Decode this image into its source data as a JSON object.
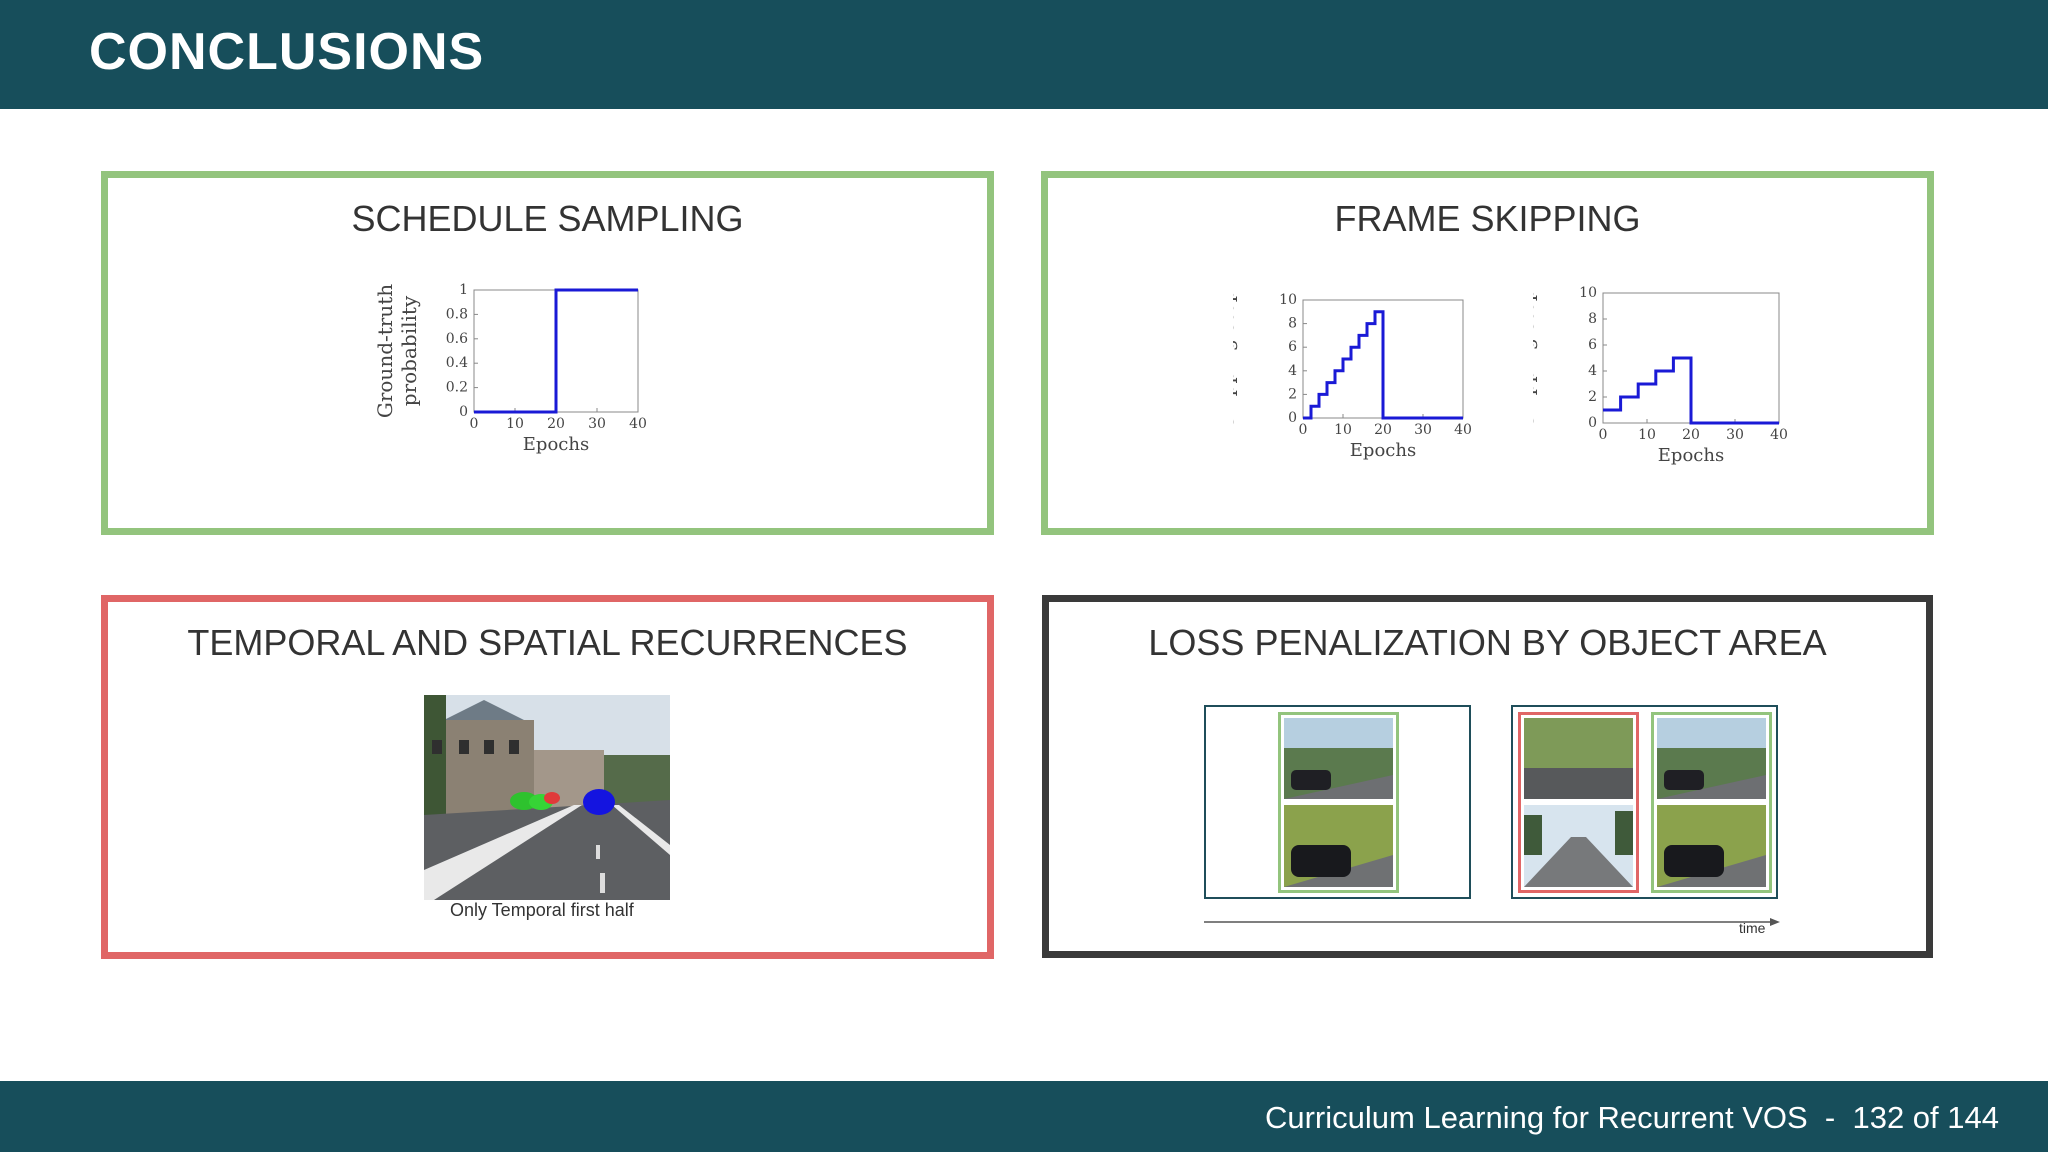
{
  "header": {
    "title": "CONCLUSIONS"
  },
  "footer": {
    "text": "Curriculum Learning for Recurrent VOS  -  132 of 144"
  },
  "colors": {
    "header_bg": "#174e5b",
    "green": "#93c47d",
    "red": "#e06666",
    "dark": "#3a3a3a",
    "series": "#1a1ad6"
  },
  "panels": {
    "schedule": {
      "title": "SCHEDULE SAMPLING"
    },
    "skipping": {
      "title": "FRAME SKIPPING"
    },
    "recurrences": {
      "title": "TEMPORAL AND SPATIAL RECURRENCES",
      "caption": "Only Temporal first half"
    },
    "loss": {
      "title": "LOSS PENALIZATION BY OBJECT AREA",
      "time_label": "time"
    }
  },
  "chart_data": [
    {
      "type": "line",
      "title": "",
      "xlabel": "Epochs",
      "ylabel": [
        "Ground-truth",
        "probability"
      ],
      "xlim": [
        0,
        40
      ],
      "ylim": [
        0,
        1
      ],
      "xticks": [
        0,
        10,
        20,
        30,
        40
      ],
      "yticks": [
        0,
        0.2,
        0.4,
        0.6,
        0.8,
        1
      ],
      "ytick_labels": [
        "0",
        "0.2",
        "0.4",
        "0.6",
        "0.8",
        "1"
      ],
      "series": [
        {
          "x": [
            0,
            20,
            20,
            40
          ],
          "y": [
            0,
            0,
            1,
            1
          ]
        }
      ]
    },
    {
      "type": "line",
      "title": "",
      "xlabel": "Epochs",
      "ylabel": [
        "Skipping step"
      ],
      "xlim": [
        0,
        40
      ],
      "ylim": [
        0,
        10
      ],
      "xticks": [
        0,
        10,
        20,
        30,
        40
      ],
      "yticks": [
        0,
        2,
        4,
        6,
        8,
        10
      ],
      "ytick_labels": [
        "0",
        "2",
        "4",
        "6",
        "8",
        "10"
      ],
      "series": [
        {
          "x": [
            0,
            2,
            2,
            4,
            4,
            6,
            6,
            8,
            8,
            10,
            10,
            12,
            12,
            14,
            14,
            16,
            16,
            18,
            18,
            20,
            20,
            40
          ],
          "y": [
            0,
            0,
            1,
            1,
            2,
            2,
            3,
            3,
            4,
            4,
            5,
            5,
            6,
            6,
            7,
            7,
            8,
            8,
            9,
            9,
            0,
            0
          ]
        }
      ]
    },
    {
      "type": "line",
      "title": "",
      "xlabel": "Epochs",
      "ylabel": [
        "Skipping step"
      ],
      "xlim": [
        0,
        40
      ],
      "ylim": [
        0,
        10
      ],
      "xticks": [
        0,
        10,
        20,
        30,
        40
      ],
      "yticks": [
        0,
        2,
        4,
        6,
        8,
        10
      ],
      "ytick_labels": [
        "0",
        "2",
        "4",
        "6",
        "8",
        "10"
      ],
      "series": [
        {
          "x": [
            0,
            4,
            4,
            8,
            8,
            12,
            12,
            16,
            16,
            20,
            20,
            40
          ],
          "y": [
            1,
            1,
            2,
            2,
            3,
            3,
            4,
            4,
            5,
            5,
            0,
            0
          ]
        }
      ]
    }
  ]
}
